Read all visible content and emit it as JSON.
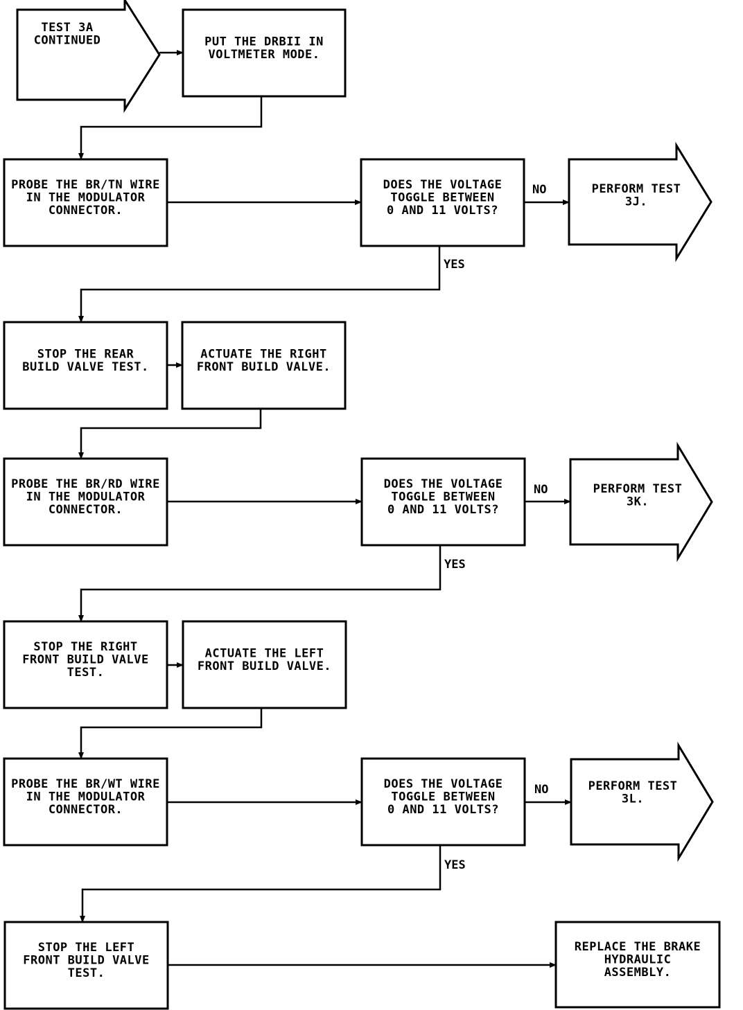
{
  "nodes": {
    "start": [
      "TEST 3A",
      "CONTINUED"
    ],
    "s1": [
      "PUT THE DRBII IN",
      "VOLTMETER MODE."
    ],
    "s2": [
      "PROBE THE BR/TN WIRE",
      "IN THE MODULATOR",
      "CONNECTOR."
    ],
    "d1": [
      "DOES THE VOLTAGE",
      "TOGGLE BETWEEN",
      "0 AND 11 VOLTS?"
    ],
    "t3j": [
      "PERFORM TEST",
      "3J."
    ],
    "s3": [
      "STOP THE REAR",
      "BUILD VALVE TEST."
    ],
    "s4": [
      "ACTUATE THE RIGHT",
      "FRONT BUILD VALVE."
    ],
    "s5": [
      "PROBE THE BR/RD WIRE",
      "IN THE MODULATOR",
      "CONNECTOR."
    ],
    "d2": [
      "DOES THE VOLTAGE",
      "TOGGLE BETWEEN",
      "0 AND 11 VOLTS?"
    ],
    "t3k": [
      "PERFORM TEST",
      "3K."
    ],
    "s6": [
      "STOP THE RIGHT",
      "FRONT BUILD VALVE",
      "TEST."
    ],
    "s7": [
      "ACTUATE THE LEFT",
      "FRONT BUILD VALVE."
    ],
    "s8": [
      "PROBE THE BR/WT WIRE",
      "IN THE MODULATOR",
      "CONNECTOR."
    ],
    "d3": [
      "DOES THE VOLTAGE",
      "TOGGLE BETWEEN",
      "0 AND 11 VOLTS?"
    ],
    "t3l": [
      "PERFORM TEST",
      "3L."
    ],
    "s9": [
      "STOP THE LEFT",
      "FRONT BUILD VALVE",
      "TEST."
    ],
    "end": [
      "REPLACE THE BRAKE",
      "HYDRAULIC",
      "ASSEMBLY."
    ]
  },
  "edge_labels": {
    "no": "NO",
    "yes": "YES"
  }
}
